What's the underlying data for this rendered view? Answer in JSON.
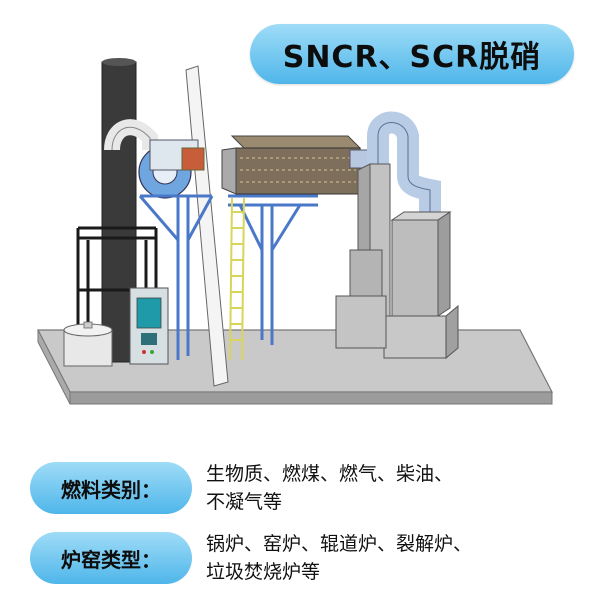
{
  "title": "SNCR、SCR脱硝",
  "rows": [
    {
      "label": "燃料类别：",
      "line1": "生物质、燃煤、燃气、柴油、",
      "line2": "不凝气等"
    },
    {
      "label": "炉窑类型：",
      "line1": "锅炉、窑炉、辊道炉、裂解炉、",
      "line2": "垃圾焚烧炉等"
    }
  ],
  "colors": {
    "pill_light": "#9fdcf7",
    "pill_dark": "#4fb6ea",
    "frame_blue": "#4a78c8",
    "ladder": "#d8d55a"
  }
}
